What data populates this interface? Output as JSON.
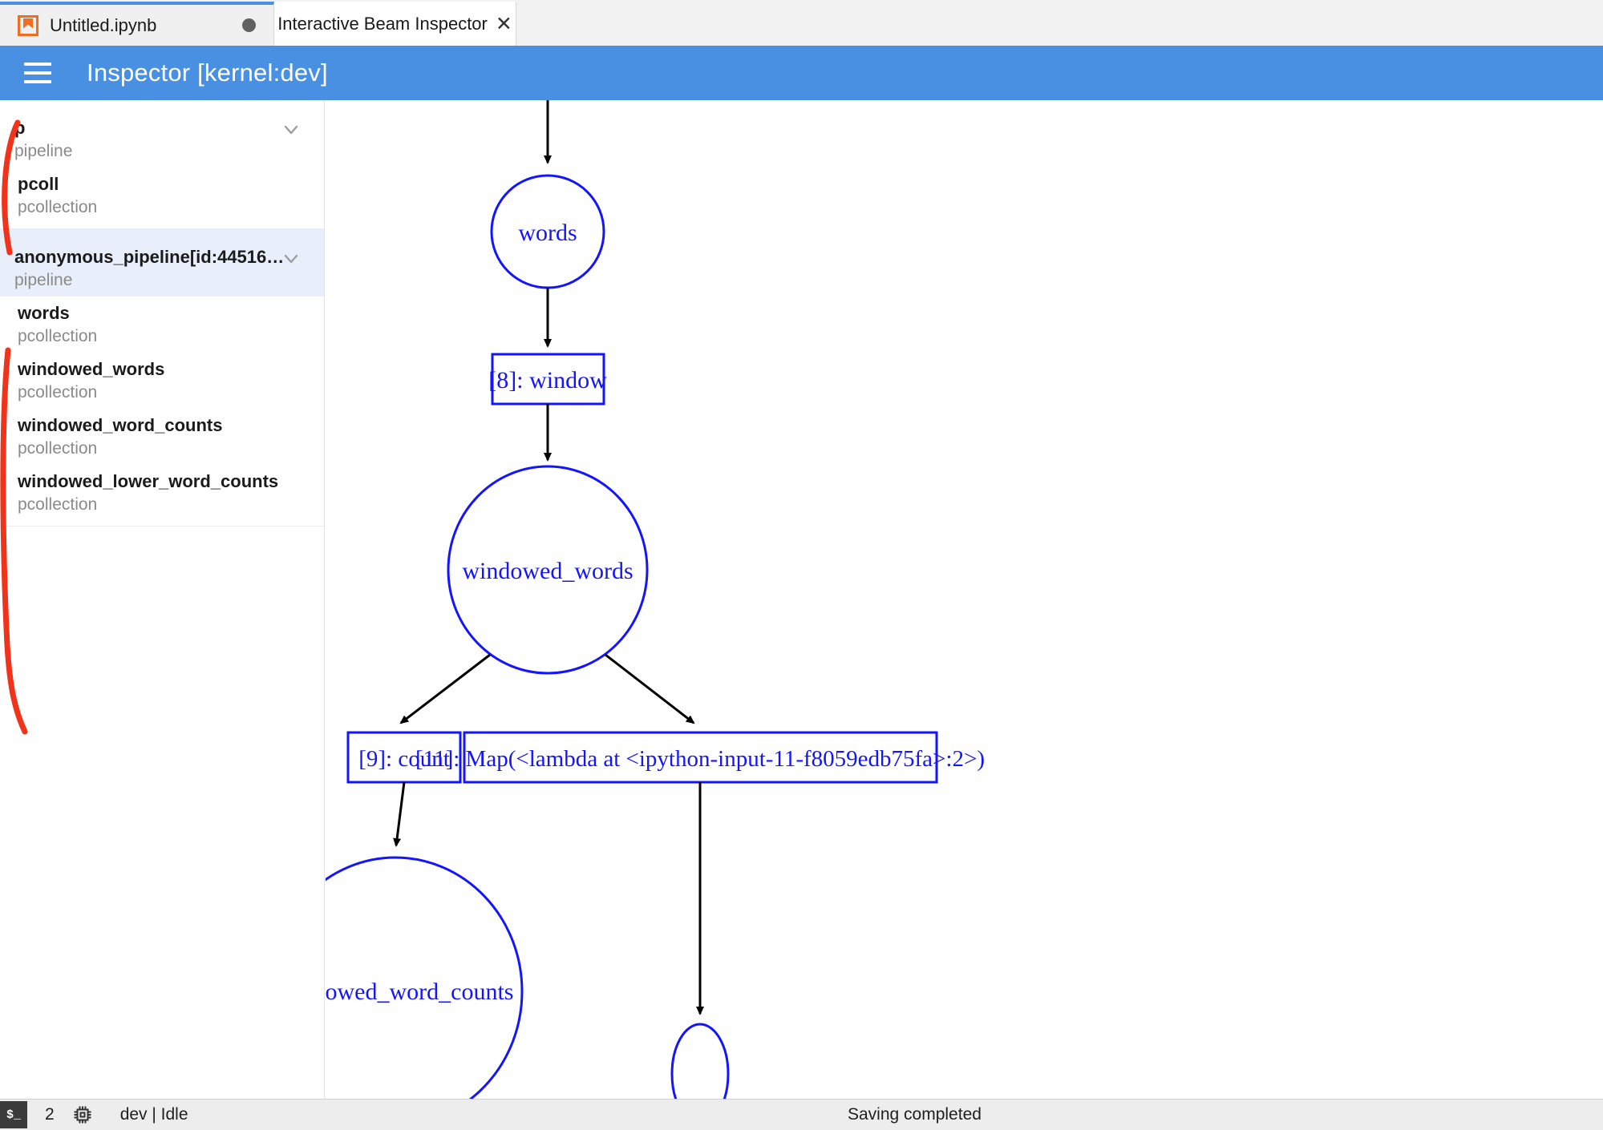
{
  "tabs": [
    {
      "label": "Untitled.ipynb",
      "icon": "jupyter-notebook-icon",
      "state": "unsaved",
      "active": false
    },
    {
      "label": "Interactive Beam Inspector",
      "icon": "close-icon",
      "state": "saved",
      "active": true
    }
  ],
  "header": {
    "menu_icon": "hamburger-icon",
    "title": "Inspector [kernel:dev]",
    "accent_color": "#4a90e2"
  },
  "sidebar": {
    "groups": [
      {
        "items": [
          {
            "name": "p",
            "type": "pipeline",
            "kind": "pipeline",
            "expandable": true,
            "selected": false
          },
          {
            "name": "pcoll",
            "type": "pcollection",
            "kind": "pcollection",
            "expandable": false,
            "selected": false
          }
        ]
      },
      {
        "items": [
          {
            "name": "anonymous_pipeline[id:44516…",
            "type": "pipeline",
            "kind": "pipeline",
            "expandable": true,
            "selected": true
          },
          {
            "name": "words",
            "type": "pcollection",
            "kind": "pcollection",
            "expandable": false,
            "selected": false
          },
          {
            "name": "windowed_words",
            "type": "pcollection",
            "kind": "pcollection",
            "expandable": false,
            "selected": false
          },
          {
            "name": "windowed_word_counts",
            "type": "pcollection",
            "kind": "pcollection",
            "expandable": false,
            "selected": false
          },
          {
            "name": "windowed_lower_word_counts",
            "type": "pcollection",
            "kind": "pcollection",
            "expandable": false,
            "selected": false
          }
        ]
      }
    ],
    "annotation_color": "#f0331a",
    "selected_bg": "#e9eefb"
  },
  "graph": {
    "node_color": "#1414ff",
    "edge_color": "#000000",
    "nodes": [
      {
        "id": "words",
        "label": "words",
        "shape": "ellipse"
      },
      {
        "id": "window",
        "label": "[8]: window",
        "shape": "box"
      },
      {
        "id": "windowed_words",
        "label": "windowed_words",
        "shape": "ellipse"
      },
      {
        "id": "count",
        "label": "[9]: count",
        "shape": "box"
      },
      {
        "id": "map",
        "label": "[11]: Map(<lambda at <ipython-input-11-f8059edb75fa>:2>)",
        "shape": "box"
      },
      {
        "id": "windowed_word_counts",
        "label": "windowed_word_counts",
        "shape": "ellipse"
      },
      {
        "id": "clipped_node",
        "label": "",
        "shape": "ellipse"
      }
    ],
    "edges": [
      {
        "from": "entry",
        "to": "words"
      },
      {
        "from": "words",
        "to": "window"
      },
      {
        "from": "window",
        "to": "windowed_words"
      },
      {
        "from": "windowed_words",
        "to": "count"
      },
      {
        "from": "windowed_words",
        "to": "map"
      },
      {
        "from": "count",
        "to": "windowed_word_counts"
      },
      {
        "from": "map",
        "to": "clipped_node"
      }
    ]
  },
  "statusbar": {
    "terminal_glyph": "$_",
    "terminal_count": "2",
    "chip_icon": "cpu-icon",
    "kernel_status": "dev | Idle",
    "save_status": "Saving completed"
  }
}
